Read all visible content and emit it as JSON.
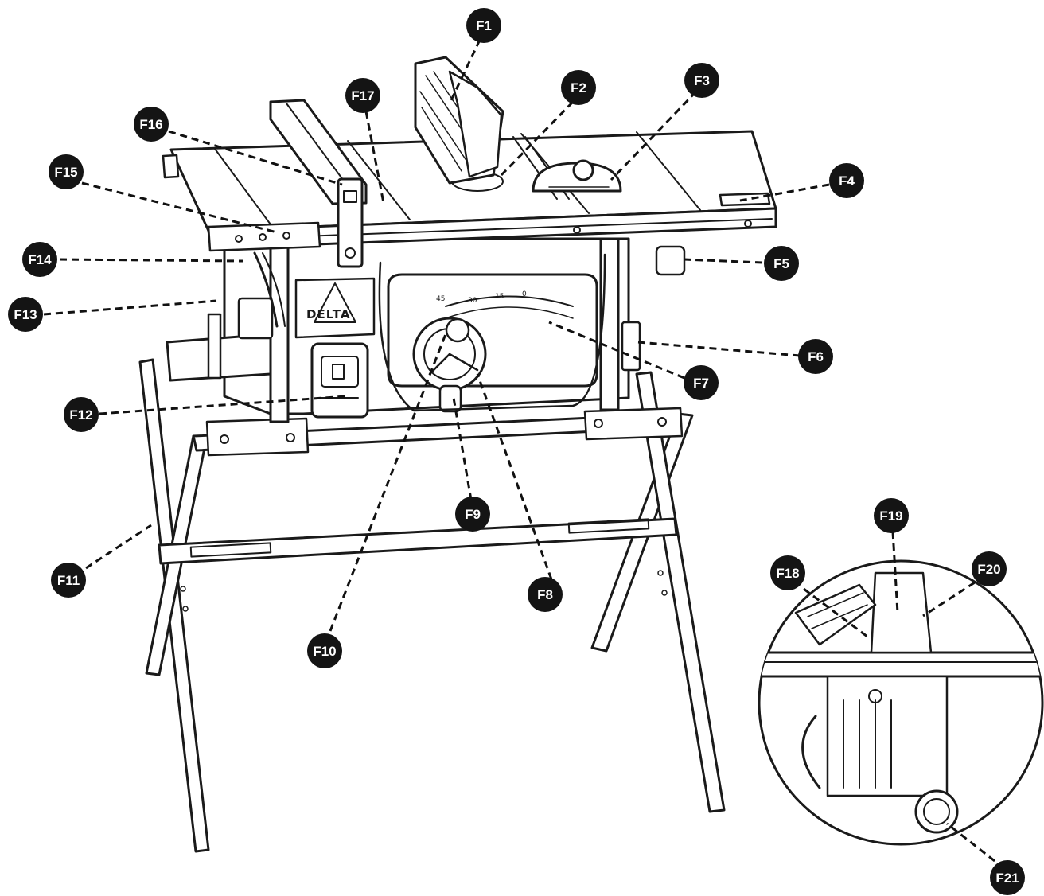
{
  "brand": {
    "logo_text": "DELTA"
  },
  "callouts": [
    {
      "id": "F1",
      "label": "F1"
    },
    {
      "id": "F2",
      "label": "F2"
    },
    {
      "id": "F3",
      "label": "F3"
    },
    {
      "id": "F4",
      "label": "F4"
    },
    {
      "id": "F5",
      "label": "F5"
    },
    {
      "id": "F6",
      "label": "F6"
    },
    {
      "id": "F7",
      "label": "F7"
    },
    {
      "id": "F8",
      "label": "F8"
    },
    {
      "id": "F9",
      "label": "F9"
    },
    {
      "id": "F10",
      "label": "F10"
    },
    {
      "id": "F11",
      "label": "F11"
    },
    {
      "id": "F12",
      "label": "F12"
    },
    {
      "id": "F13",
      "label": "F13"
    },
    {
      "id": "F14",
      "label": "F14"
    },
    {
      "id": "F15",
      "label": "F15"
    },
    {
      "id": "F16",
      "label": "F16"
    },
    {
      "id": "F17",
      "label": "F17"
    },
    {
      "id": "F18",
      "label": "F18"
    },
    {
      "id": "F19",
      "label": "F19"
    },
    {
      "id": "F20",
      "label": "F20"
    },
    {
      "id": "F21",
      "label": "F21"
    }
  ]
}
